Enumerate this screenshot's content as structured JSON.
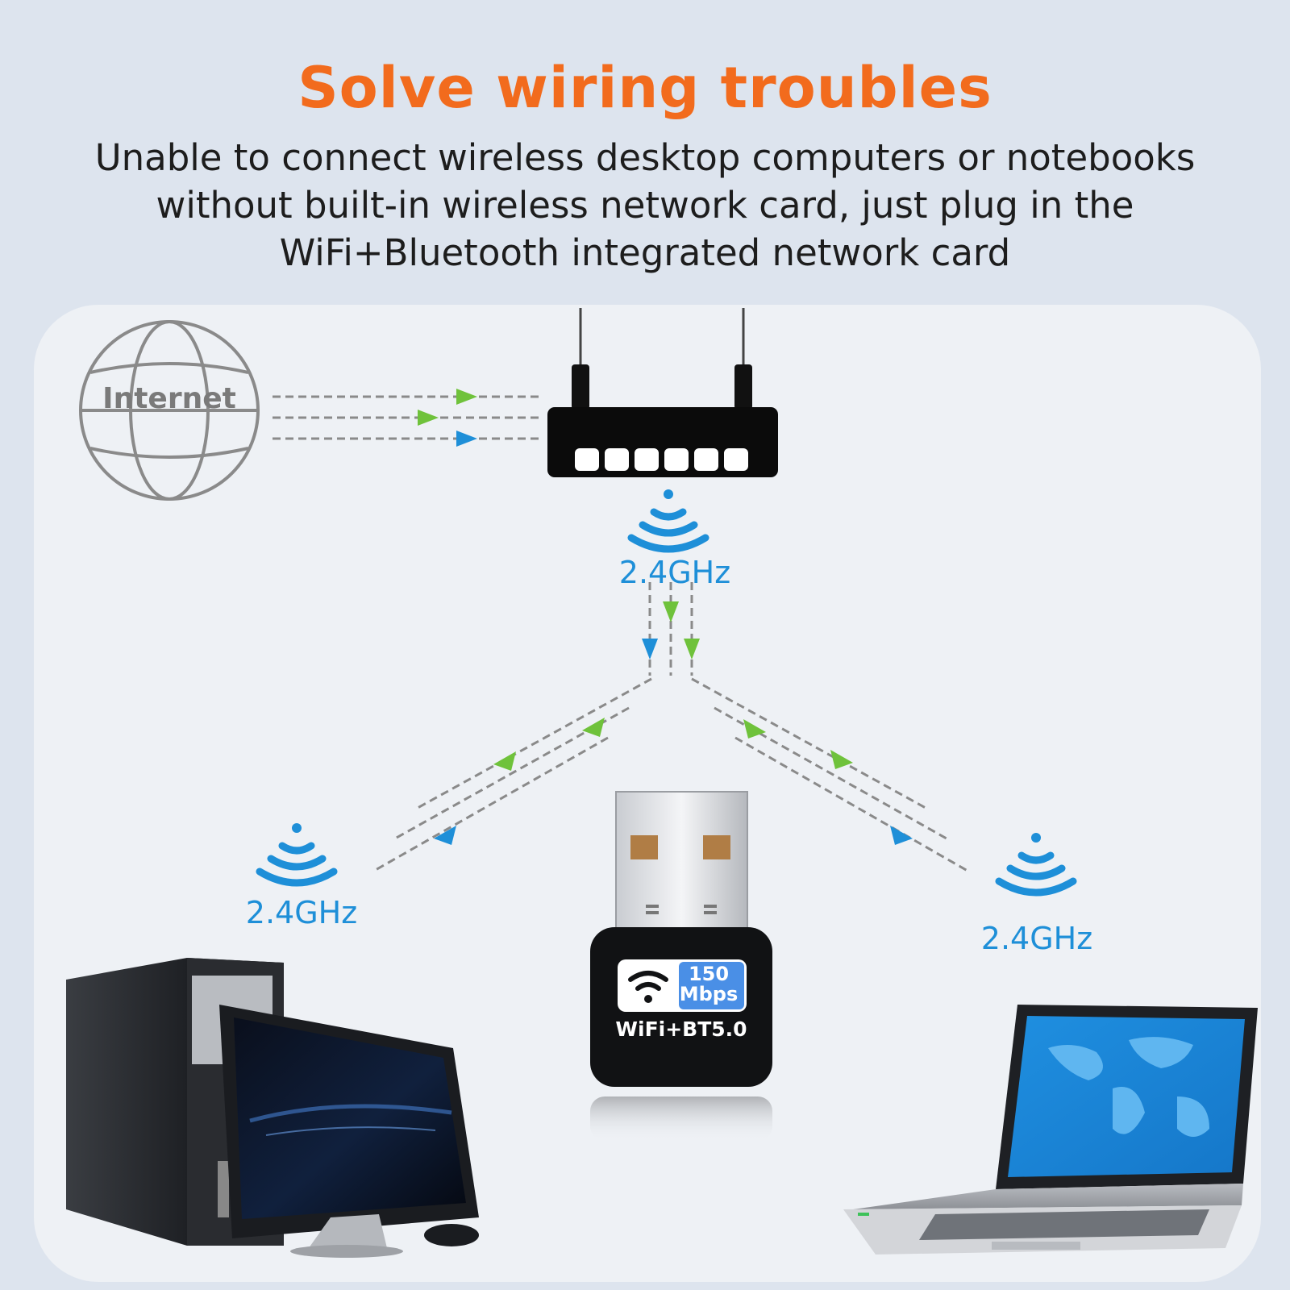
{
  "header": {
    "title": "Solve wiring troubles",
    "description_lines": [
      "Unable to connect wireless desktop computers or notebooks",
      "without built-in wireless network card, just plug in the",
      "WiFi+Bluetooth integrated network card"
    ]
  },
  "diagram": {
    "internet_label": "Internet",
    "router_frequency": "2.4GHz",
    "desktop_frequency": "2.4GHz",
    "laptop_frequency": "2.4GHz",
    "adapter": {
      "speed_value": "150",
      "speed_unit": "Mbps",
      "label": "WiFi+BT5.0"
    }
  },
  "colors": {
    "title": "#f26b1d",
    "signal_blue": "#1e8fd8",
    "arrow_green": "#6fc23b",
    "arrow_blue": "#1e8fd8",
    "dashed_line": "#8a8a8a"
  },
  "icons": [
    "globe-icon",
    "router-icon",
    "wifi-signal-icon",
    "usb-adapter-icon",
    "desktop-computer-icon",
    "laptop-icon"
  ]
}
